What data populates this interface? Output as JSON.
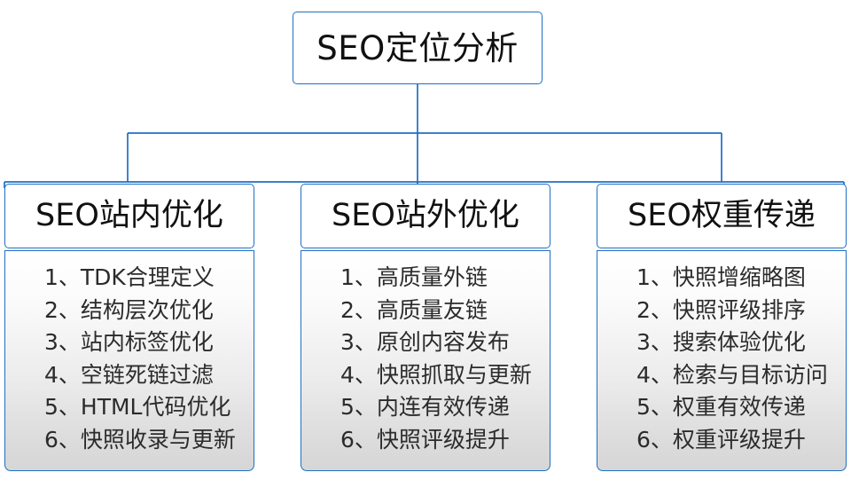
{
  "diagram": {
    "type": "org-chart",
    "root": {
      "label": "SEO定位分析"
    },
    "branches": [
      {
        "header": "SEO站内优化",
        "items": [
          {
            "index": "1、",
            "text": "TDK合理定义"
          },
          {
            "index": "2、",
            "text": "结构层次优化"
          },
          {
            "index": "3、",
            "text": "站内标签优化"
          },
          {
            "index": "4、",
            "text": "空链死链过滤"
          },
          {
            "index": "5、",
            "text": "HTML代码优化"
          },
          {
            "index": "6、",
            "text": "快照收录与更新"
          }
        ]
      },
      {
        "header": "SEO站外优化",
        "items": [
          {
            "index": "1、",
            "text": "高质量外链"
          },
          {
            "index": "2、",
            "text": "高质量友链"
          },
          {
            "index": "3、",
            "text": "原创内容发布"
          },
          {
            "index": "4、",
            "text": "快照抓取与更新"
          },
          {
            "index": "5、",
            "text": "内连有效传递"
          },
          {
            "index": "6、",
            "text": "快照评级提升"
          }
        ]
      },
      {
        "header": "SEO权重传递",
        "items": [
          {
            "index": "1、",
            "text": "快照增缩略图"
          },
          {
            "index": "2、",
            "text": "快照评级排序"
          },
          {
            "index": "3、",
            "text": "搜索体验优化"
          },
          {
            "index": "4、",
            "text": "检索与目标访问"
          },
          {
            "index": "5、",
            "text": "权重有效传递"
          },
          {
            "index": "6、",
            "text": "权重评级提升"
          }
        ]
      }
    ],
    "colors": {
      "connector": "#1f6fc4",
      "box_border": "#1f6fc4",
      "box_fill": "#ffffff",
      "body_fill_top": "#ffffff",
      "body_fill_bottom": "#d6d6d6",
      "text": "#111111",
      "list_text": "#2b2b2b",
      "background": "#ffffff"
    }
  }
}
